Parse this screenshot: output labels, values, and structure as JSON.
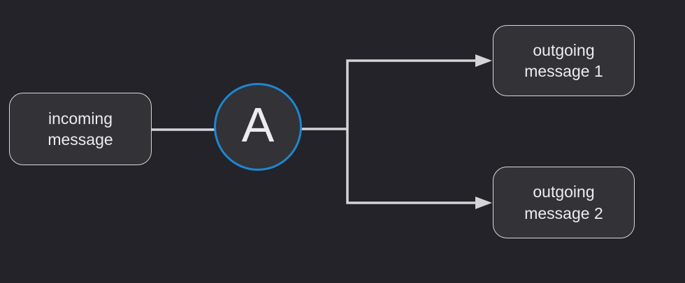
{
  "theme": {
    "background": "#232329",
    "node_fill": "#323237",
    "node_border": "#d9d9dc",
    "edge_color": "#d5d5d7",
    "accent": "#1d87cf",
    "text": "#ececef"
  },
  "diagram": {
    "type": "flow",
    "nodes": {
      "incoming": {
        "label": "incoming message",
        "shape": "rounded-rect"
      },
      "processor": {
        "label": "A",
        "shape": "circle",
        "border_color": "#1d87cf"
      },
      "outgoing1": {
        "label": "outgoing message 1",
        "shape": "rounded-rect"
      },
      "outgoing2": {
        "label": "outgoing message 2",
        "shape": "rounded-rect"
      }
    },
    "edges": [
      {
        "from": "incoming",
        "to": "processor",
        "arrow": false
      },
      {
        "from": "processor",
        "to": "outgoing1",
        "arrow": true
      },
      {
        "from": "processor",
        "to": "outgoing2",
        "arrow": true
      }
    ]
  }
}
